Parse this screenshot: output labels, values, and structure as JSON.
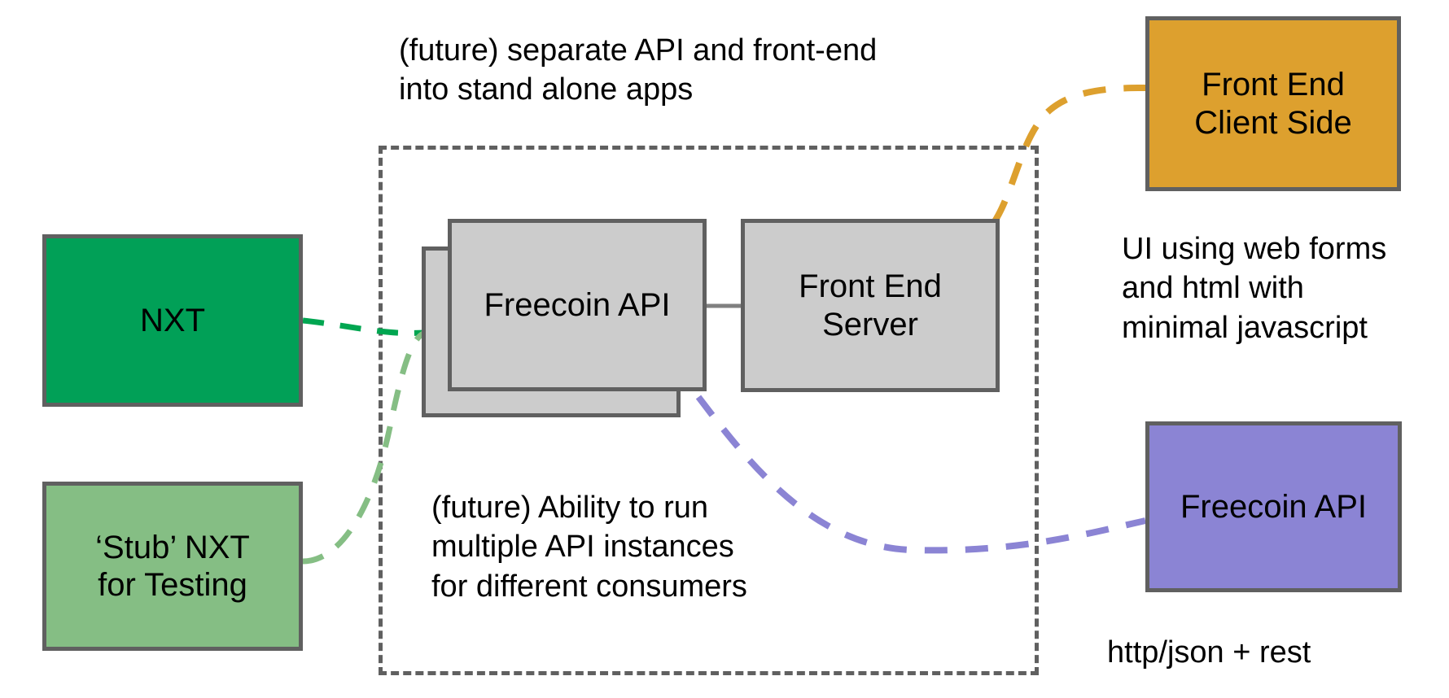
{
  "diagram": {
    "title_note": "(future) separate API and front-end\ninto stand alone apps",
    "bottom_note": "(future) Ability to run\nmultiple API instances\nfor different consumers",
    "ui_note": "UI using web forms\nand html with\nminimal javascript",
    "protocol_note": "http/json + rest"
  },
  "nodes": {
    "nxt": {
      "label": "NXT",
      "color": "#01A057"
    },
    "stub_nxt": {
      "label": "‘Stub’ NXT\nfor Testing",
      "color": "#85BE84"
    },
    "freecoin_api_back": {
      "label": "",
      "color": "#CCCCCC"
    },
    "freecoin_api_front": {
      "label": "Freecoin API",
      "color": "#CCCCCC"
    },
    "front_end_server": {
      "label": "Front End\nServer",
      "color": "#CCCCCC"
    },
    "front_end_client_side": {
      "label": "Front End\nClient Side",
      "color": "#DDA02E"
    },
    "freecoin_api_consumer": {
      "label": "Freecoin API",
      "color": "#8B84D4"
    }
  },
  "connectors": {
    "nxt_to_api": {
      "color": "#00A651",
      "style": "dashed"
    },
    "stub_to_api": {
      "color": "#85BE84",
      "style": "dashed"
    },
    "api_to_server": {
      "color": "#606060",
      "style": "solid"
    },
    "server_to_client": {
      "color": "#DDA02E",
      "style": "dashed"
    },
    "api_to_consumer": {
      "color": "#8B84D4",
      "style": "dashed"
    }
  },
  "boundary": {
    "style": "dashed",
    "color": "#606060"
  }
}
